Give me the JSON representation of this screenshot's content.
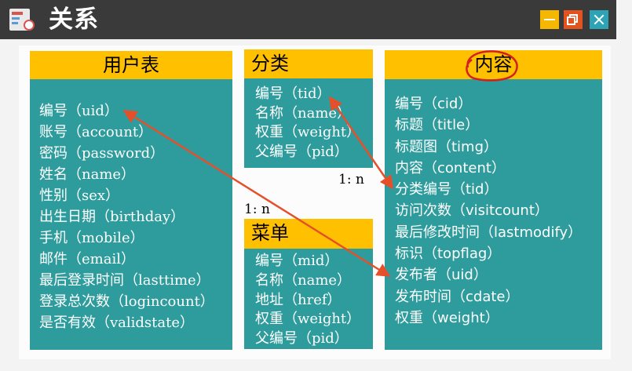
{
  "window": {
    "title": "关系",
    "controls": {
      "minimize": "minimize-icon",
      "maximize": "maximize-icon",
      "close": "close-icon"
    }
  },
  "tables": {
    "user": {
      "title": "用户表",
      "fields": [
        "编号（uid）",
        "账号（account）",
        "密码（password）",
        "姓名（name）",
        "性别（sex）",
        "出生日期（birthday）",
        "手机（mobile）",
        "邮件（email）",
        "最后登录时间（lasttime）",
        "登录总次数（logincount）",
        "是否有效（validstate）"
      ]
    },
    "category": {
      "title": "分类",
      "fields": [
        "编号（tid）",
        "名称（name）",
        "权重（weight）",
        "父编号（pid）"
      ]
    },
    "menu": {
      "title": "菜单",
      "fields": [
        "编号（mid）",
        "名称（name）",
        "地址（href）",
        "权重（weight）",
        "父编号（pid）"
      ]
    },
    "content": {
      "title": "内容",
      "fields": [
        "编号（cid）",
        "标题（title）",
        "标题图（timg）",
        "内容（content）",
        "分类编号（tid）",
        "访问次数（visitcount）",
        "最后修改时间（lastmodify）",
        "标识（topflag）",
        "发布者（uid）",
        "发布时间（cdate）",
        "权重（weight）"
      ]
    }
  },
  "relations": {
    "category_content": "1: n",
    "user_content": "1: n"
  },
  "colors": {
    "header": "#ffc000",
    "body": "#2e9c9c",
    "arrow": "#e5502a",
    "titlebar": "#3a3a3a"
  }
}
